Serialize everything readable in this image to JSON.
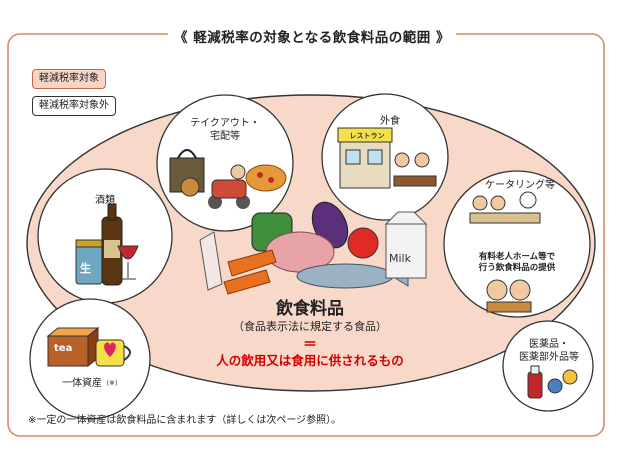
{
  "title": "《 軽減税率の対象となる飲食料品の範囲 》",
  "legend": {
    "in_scope": "軽減税率対象",
    "out_of_scope": "軽減税率対象外"
  },
  "center": {
    "main": "飲食料品",
    "sub": "（食品表示法に規定する食品）",
    "equals": "＝",
    "definition": "人の飲用又は食用に供されるもの"
  },
  "categories": {
    "alcohol": "酒類",
    "takeout_line1": "テイクアウト・",
    "takeout_line2": "宅配等",
    "dining_out": "外食",
    "catering": "ケータリング等",
    "nursing_line1": "有料老人ホーム等で",
    "nursing_line2": "行う飲食料品の提供",
    "bundled": "一体資産",
    "bundled_mark": "（※）",
    "medicine_line1": "医薬品・",
    "medicine_line2": "医薬部外品等"
  },
  "product_labels": {
    "beer": "生",
    "tea": "tea",
    "milk": "Milk",
    "restaurant": "レストラン"
  },
  "footnote": "※一定の一体資産は飲食料品に含まれます（詳しくは次ページ参照）。",
  "colors": {
    "frame": "#d98b63",
    "oval_fill": "#f7d8c9",
    "oval_stroke": "#333333",
    "accent_red": "#d40000"
  }
}
